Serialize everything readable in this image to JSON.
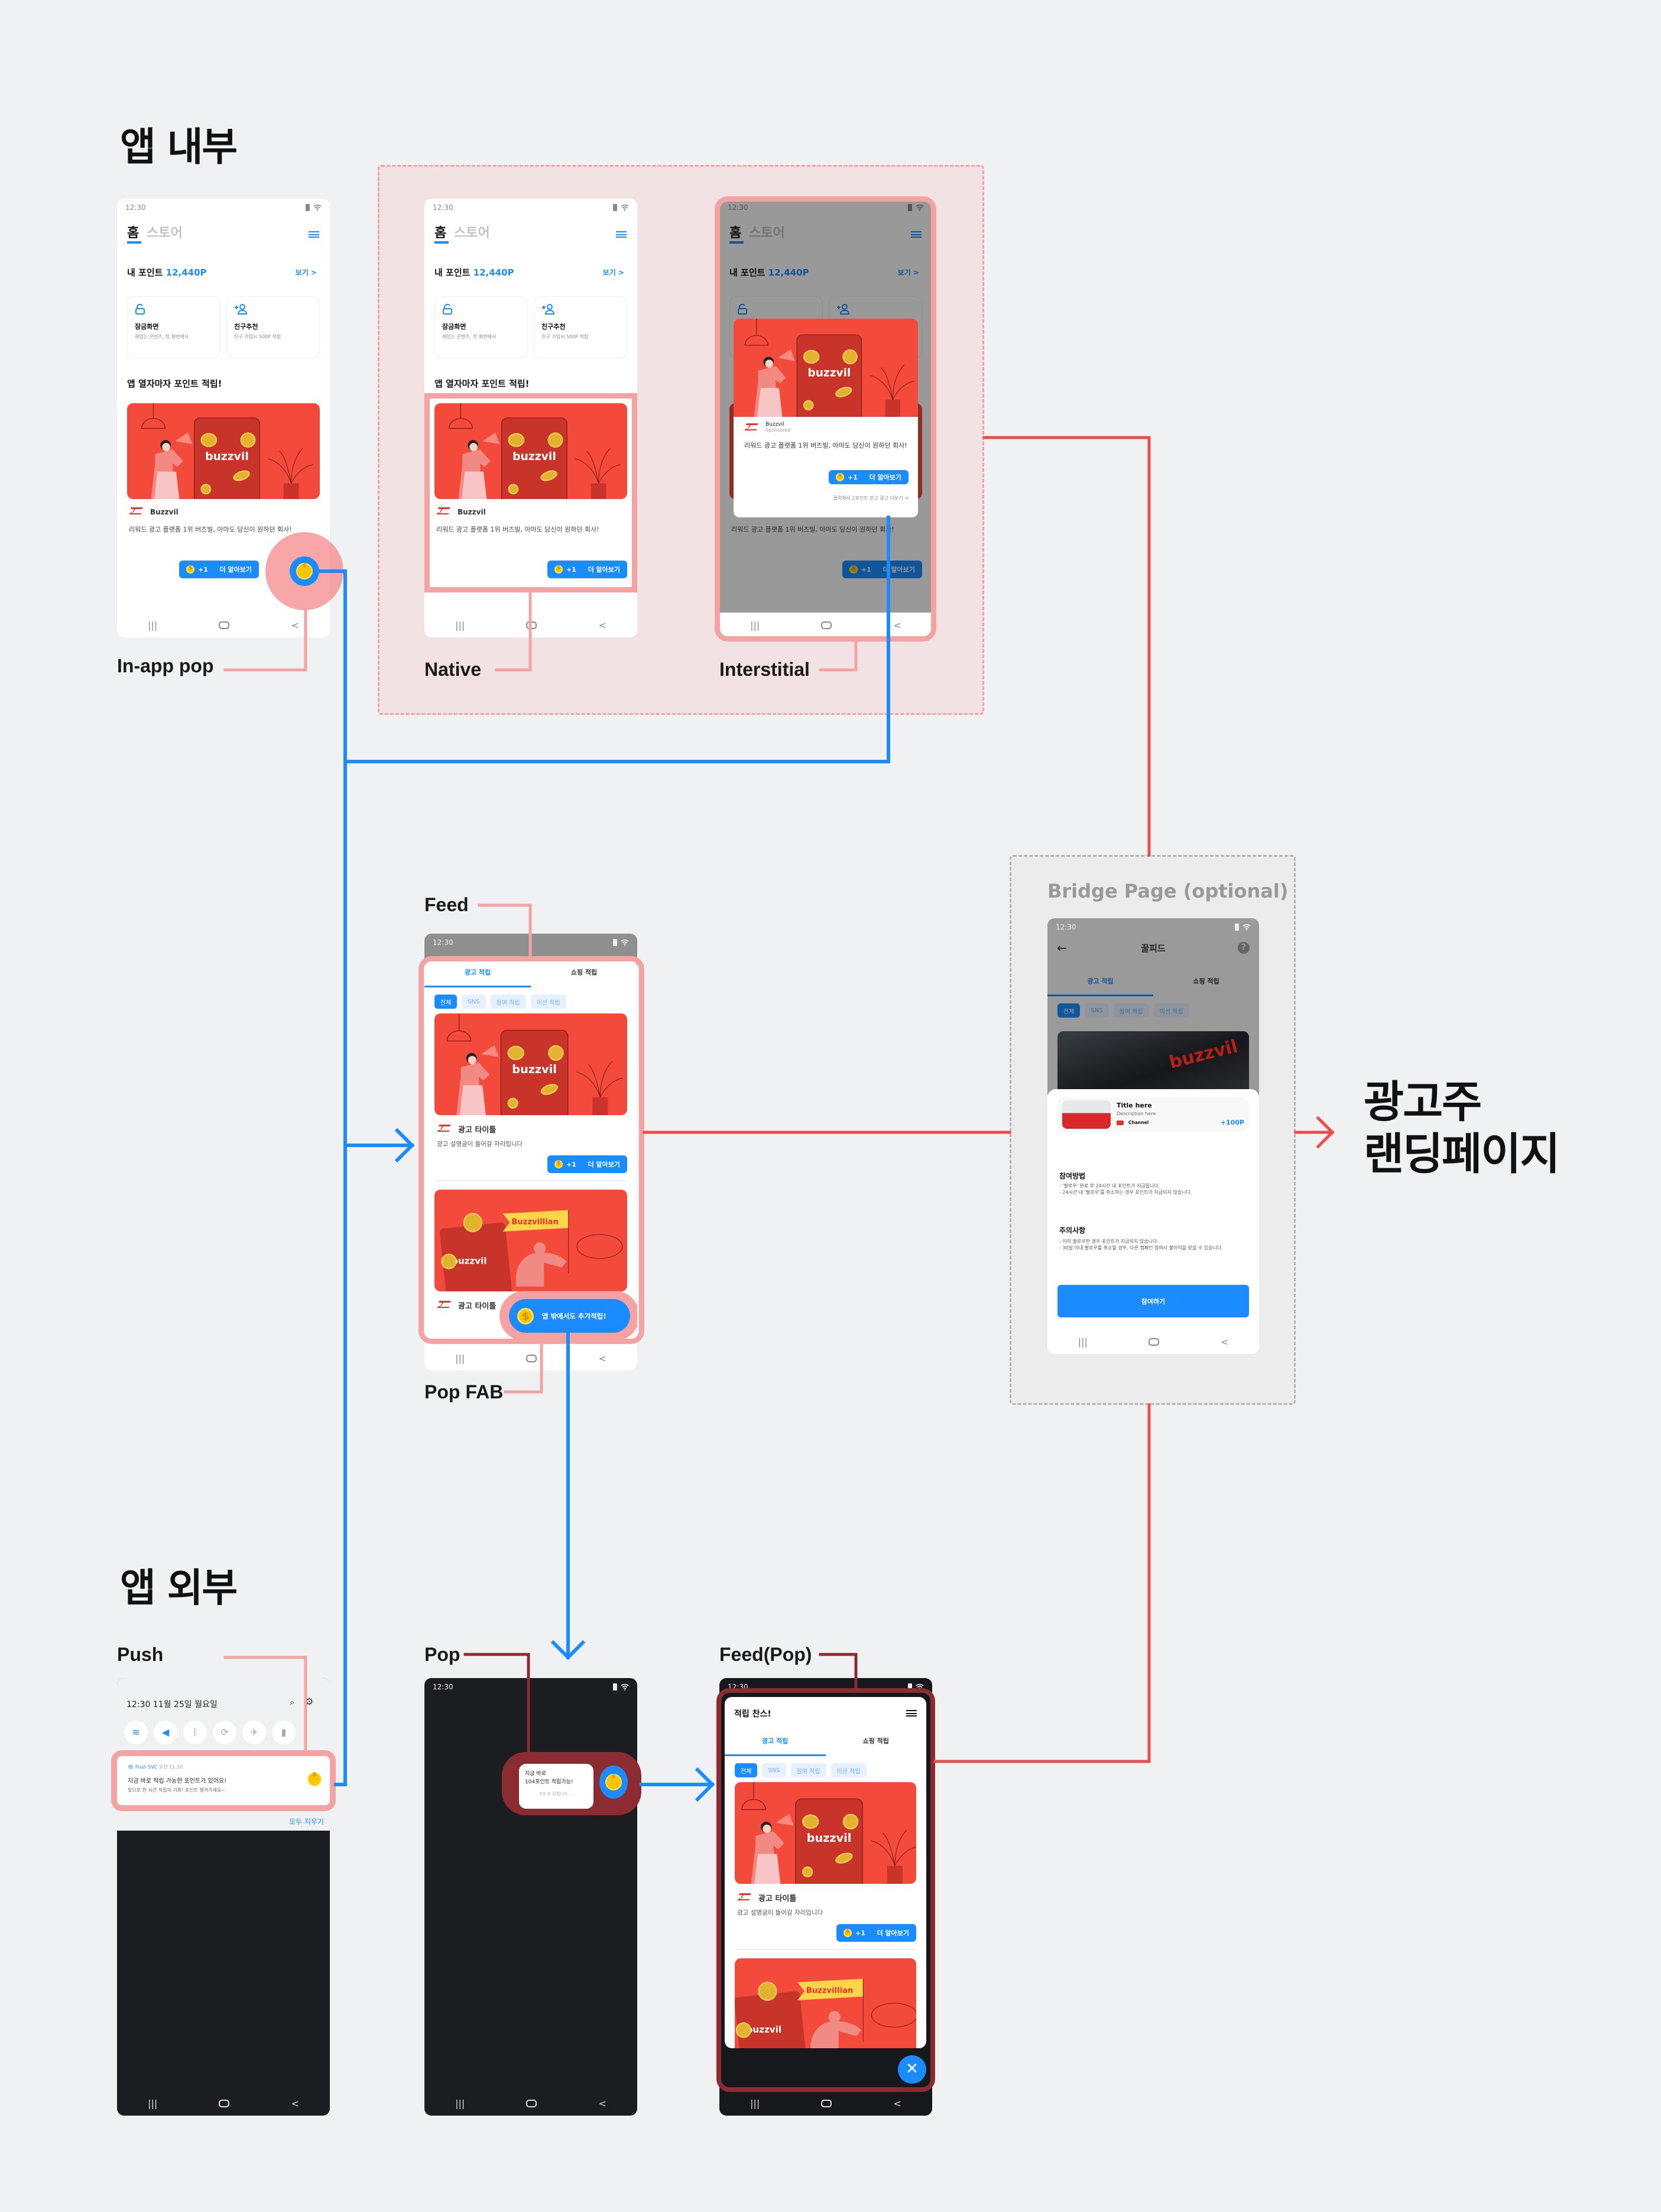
{
  "sections": {
    "inside": "앱 내부",
    "outside": "앱 외부"
  },
  "labels": {
    "inapp": "In-app pop",
    "native": "Native",
    "interstitial": "Interstitial",
    "feed": "Feed",
    "popfab": "Pop FAB",
    "bridge": "Bridge Page (optional)",
    "push": "Push",
    "pop": "Pop",
    "feedpop": "Feed(Pop)",
    "landing": [
      "광고주",
      "랜딩페이지"
    ]
  },
  "status": {
    "time": "12:30"
  },
  "home": {
    "tab_home": "홈",
    "tab_store": "스토어",
    "points_label": "내 포인트",
    "points_value": "12,440P",
    "view": "보기 >",
    "cards": [
      {
        "title": "잠금화면",
        "sub": "재밌는 콘텐츠, 첫 화면에서"
      },
      {
        "title": "친구추천",
        "sub": "친구 가입시 500P 적립"
      }
    ],
    "section_title": "앱 열자마자 포인트 적립!",
    "brand": "Buzzvil",
    "desc": "리워드 광고 플랫폼 1위 버즈빌, 아마도 당신이 원하던 회사!",
    "cta_points": "+1",
    "cta_label": "더 알아보기"
  },
  "ad_art": {
    "logo": "buzzvil",
    "flag": "Buzzvillian"
  },
  "interstitial": {
    "brand": "Buzzvil",
    "sponsored": "Sponsored",
    "desc": "리워드 광고 플랫폼 1위 버즈빌, 아마도 당신이 원하던 회사!",
    "more": "클릭해서 2포인트 받고 광고 더보기 →"
  },
  "feed": {
    "tabs": [
      "광고 적립",
      "쇼핑 적립"
    ],
    "chips": [
      "전체",
      "SNS",
      "참여 적립",
      "미션 적립"
    ],
    "ad_title": "광고 타이틀",
    "ad_desc": "광고 설명글이 들어갈 자리입니다",
    "fab": "앱 밖에서도 추가적립!"
  },
  "bridge": {
    "title": "꿀피드",
    "help": "?",
    "card_title": "Title here",
    "card_desc": "Description here",
    "channel": "Channel",
    "reward": "+100P",
    "how_title": "참여방법",
    "how": [
      "- '팔로우' 완료 후 24시간 내 포인트가 지급됩니다.",
      "- 24시간 내 '팔로우'를 취소하는 경우 포인트가 지급되지 않습니다."
    ],
    "notice_title": "주의사항",
    "notice": [
      "- 이미 팔로우한 경우 포인트가 지급되지 않습니다.",
      "- 30일 이내 팔로우를 취소할 경우, 다른 캠페인 참여시 불이익을 받을 수 있습니다."
    ],
    "button": "참여하기"
  },
  "push": {
    "datetime": "12:30 11월 25일 월요일",
    "app": "Push SVC",
    "time": "오전 11:30",
    "title": "지금 바로 적립 가능한 포인트가 있어요!",
    "body": "앞으로 한 시간 적립의 기회! 포인트 챙겨가세요~",
    "clear": "모두 지우기"
  },
  "pop": {
    "line1": "지금 바로",
    "line2": "104포인트 적립가능!",
    "close_note": "5초 후 닫힙니다 ..."
  },
  "feedpop": {
    "title": "적립 찬스!"
  },
  "colors": {
    "blue": "#1a8cff",
    "red": "#ef4a4a",
    "pink": "#f4a3a3",
    "darkred": "#8b2c33",
    "ad_red": "#f44a3c"
  }
}
